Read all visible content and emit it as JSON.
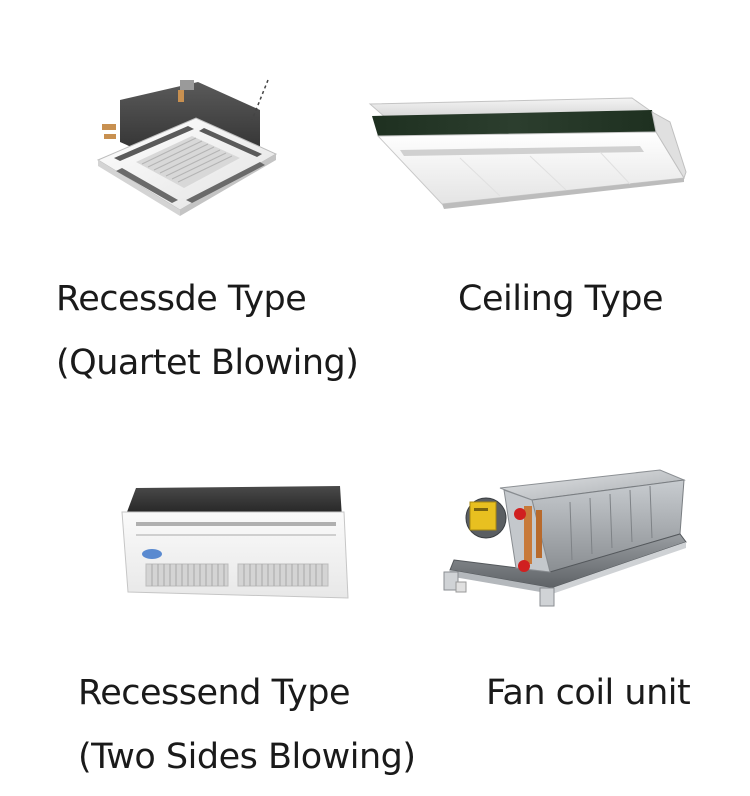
{
  "products": {
    "recessed_quartet": {
      "line1": "Recessde Type",
      "line2": "(Quartet Blowing)"
    },
    "ceiling": {
      "line1": "Ceiling Type"
    },
    "recessed_two_sides": {
      "line1": "Recessend Type",
      "line2": "(Two Sides Blowing)"
    },
    "fan_coil": {
      "line1": "Fan coil unit"
    }
  },
  "colors": {
    "text": "#1a1a1a",
    "background": "#ffffff",
    "unit_body": "#f2f2f2",
    "unit_dark": "#2e2e2e",
    "grille": "#c8c8c8",
    "metal": "#b8bcc0",
    "copper": "#c87a3a",
    "yellow_box": "#e8c020",
    "red_cap": "#d02020"
  }
}
